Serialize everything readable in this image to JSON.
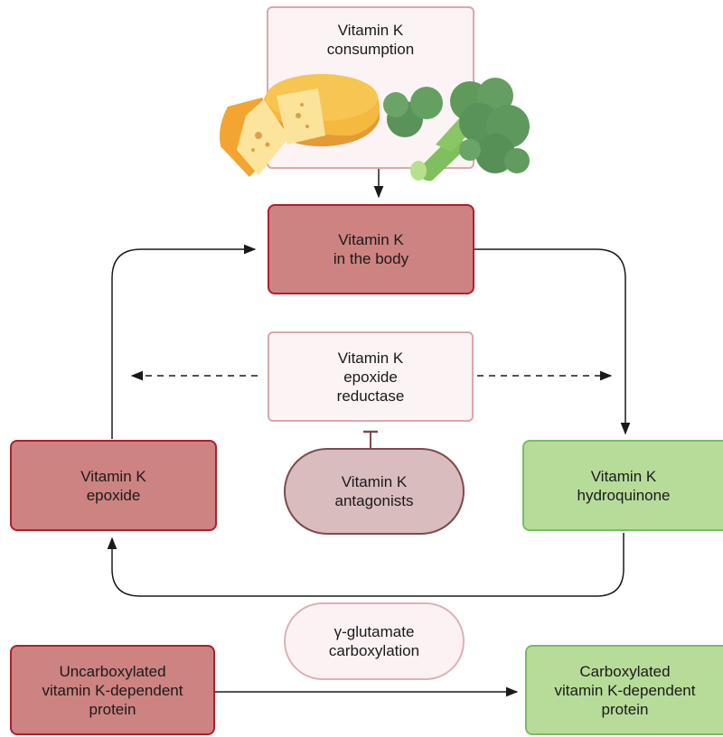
{
  "consumption": {
    "line1": "Vitamin K",
    "line2": "consumption"
  },
  "body_box": {
    "line1": "Vitamin K",
    "line2": "in the body"
  },
  "reductase": {
    "line1": "Vitamin K",
    "line2": "epoxide",
    "line3": "reductase"
  },
  "epoxide": {
    "line1": "Vitamin K",
    "line2": "epoxide"
  },
  "antagonists": {
    "line1": "Vitamin K",
    "line2": "antagonists"
  },
  "hydroquinone": {
    "line1": "Vitamin K",
    "line2": "hydroquinone"
  },
  "carboxylation": {
    "line1": "γ-glutamate",
    "line2": "carboxylation"
  },
  "uncarboxylated": {
    "line1": "Uncarboxylated",
    "line2": "vitamin K-dependent",
    "line3": "protein"
  },
  "carboxylated": {
    "line1": "Carboxylated",
    "line2": "vitamin K-dependent",
    "line3": "protein"
  },
  "colors": {
    "red_fill": "#cd8381",
    "red_border": "#b01e2c",
    "green_fill": "#b7dc9a",
    "green_border": "#76bd63",
    "pale_fill": "#fbf3f4",
    "pale_border": "#d9a7ad",
    "antagonist_fill": "#d9bdbe",
    "antagonist_border": "#7d4a4d",
    "cheese": "#f2b23c",
    "broccoli": "#5f9a5a"
  },
  "icons": [
    "cheese-illustration",
    "broccoli-illustration"
  ]
}
